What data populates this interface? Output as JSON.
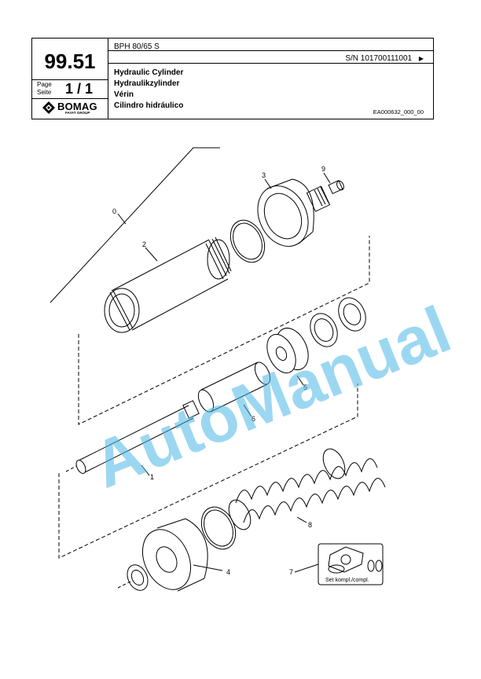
{
  "header": {
    "section_number": "99.51",
    "page_label_en": "Page",
    "page_label_de": "Seite",
    "page_value": "1 / 1",
    "brand": "BOMAG",
    "brand_sub": "FAYAT GROUP",
    "model": "BPH 80/65 S",
    "serial": "S/N 101700111001",
    "serial_arrow": "▶",
    "titles": [
      "Hydraulic Cylinder",
      "Hydraulikzylinder",
      "Vérin",
      "Cilindro hidráulico"
    ],
    "doc_ref": "EA000632_000_00"
  },
  "drawing": {
    "callouts": [
      "0",
      "1",
      "2",
      "3",
      "4",
      "5",
      "6",
      "7",
      "8",
      "9"
    ],
    "set_label": "Set kompl./compl."
  },
  "watermark": "AutoManual",
  "colors": {
    "watermark": "#4db8e6",
    "line": "#000000"
  }
}
